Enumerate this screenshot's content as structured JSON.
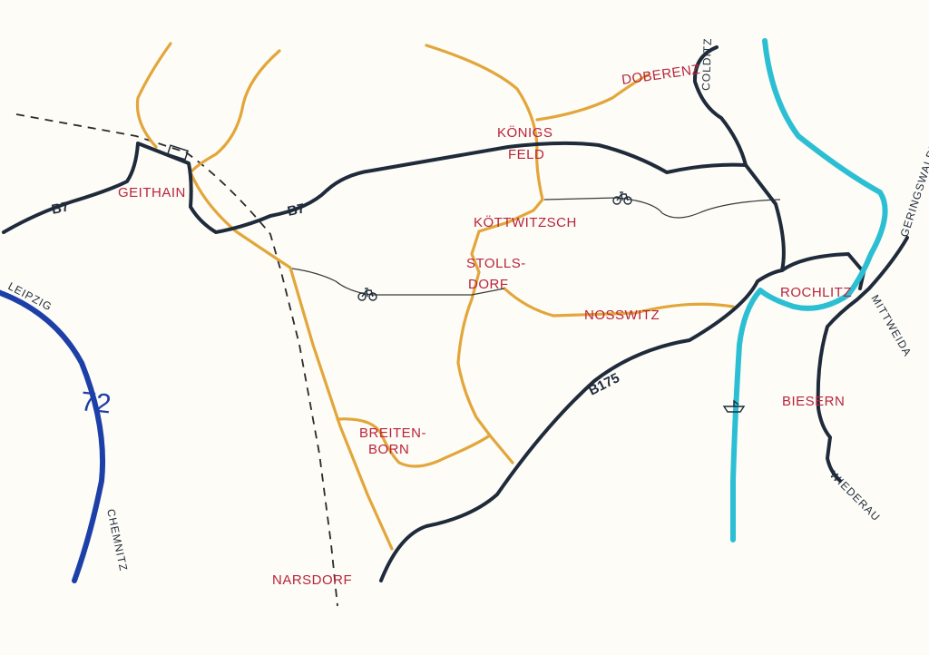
{
  "roads": {
    "b7_west": "B7",
    "b7_east": "B7",
    "b175": "B175",
    "a72": "72"
  },
  "towns": {
    "geithain": "GEITHAIN",
    "koenigs": "KÖNIGS",
    "feld": "FELD",
    "doberenz": "DOBERENZ",
    "koettwitzsch": "KÖTTWITZSCH",
    "stolls": "STOLLS-",
    "dorf": "DORF",
    "nosswitz": "NOSSWITZ",
    "rochlitz": "ROCHLITZ",
    "biesern": "BIESERN",
    "breiten": "BREITEN-",
    "born": "BORN",
    "narsdorf": "NARSDORF"
  },
  "directions": {
    "colditz": "COLDITZ",
    "geringswalde": "GERINGSWALDE",
    "mittweida": "MITTWEIDA",
    "wiederau": "WIEDERAU",
    "leipzig": "LEIPZIG",
    "chemnitz": "CHEMNITZ"
  },
  "colors": {
    "main_road": "#1f2b3a",
    "minor_road": "#e2a63a",
    "river": "#2cbfd4",
    "motorway": "#1d3fa8",
    "town_label": "#b8243c",
    "bike_path": "#3a3a3a"
  },
  "icons": [
    "bicycle-icon",
    "boat-icon",
    "station-icon"
  ]
}
